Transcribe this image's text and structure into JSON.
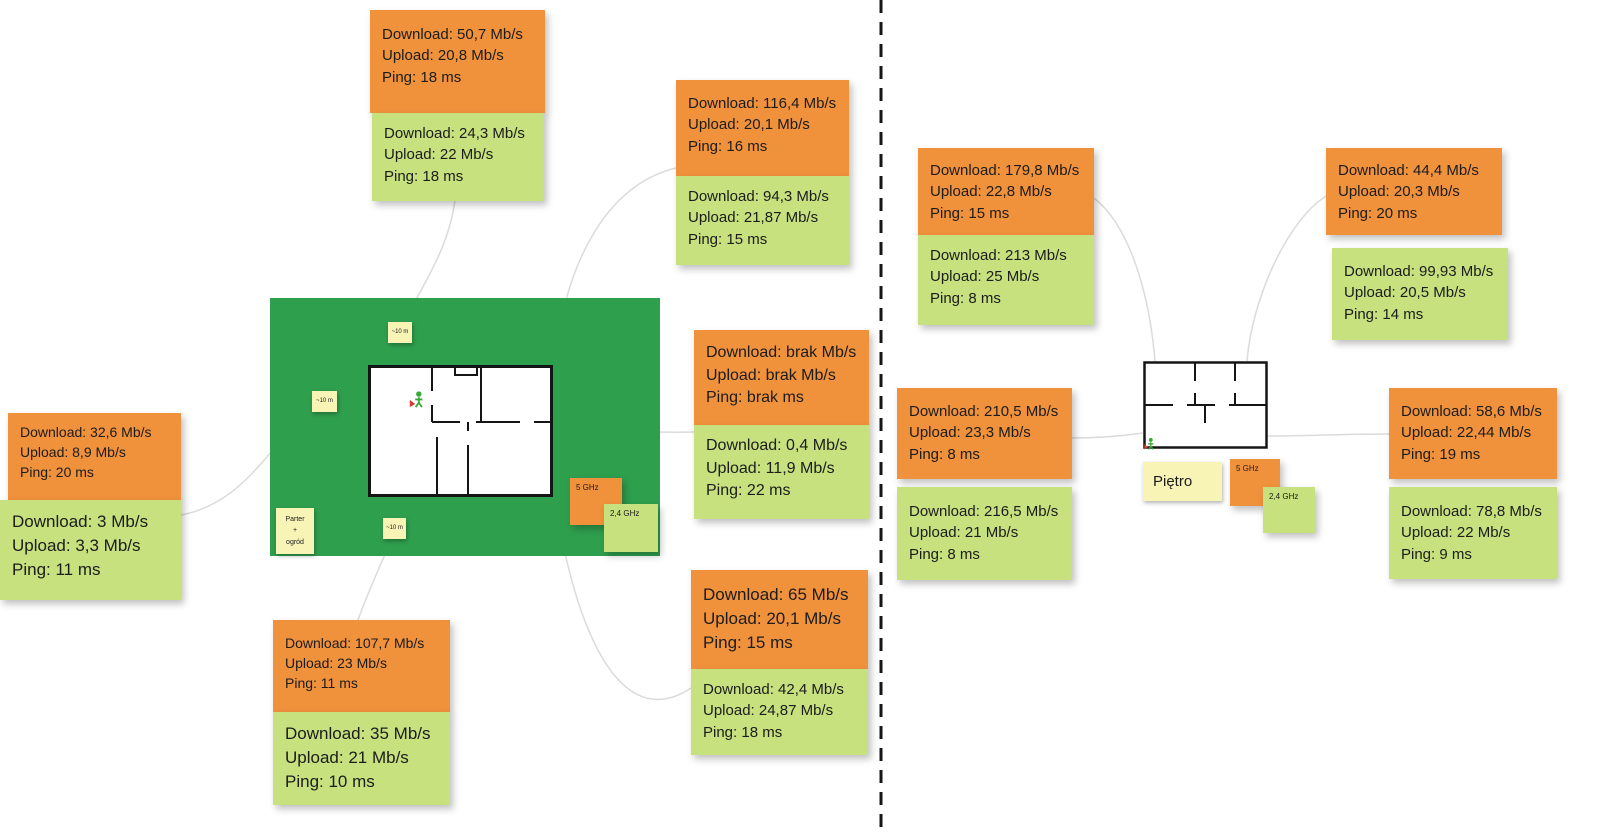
{
  "colors": {
    "note-orange": "#F0913C",
    "note-green": "#C6E17D",
    "note-yellow": "#F7F4B6",
    "garden-green": "#2E9F4D",
    "connector-gray": "#DBDBDB",
    "text-dark": "#1C1C1C"
  },
  "parter": {
    "area_label": [
      "Parter",
      "+",
      "ogród"
    ],
    "distance_labels": [
      "~10 m",
      "~10 m",
      "~10 m"
    ],
    "legend": {
      "band_5ghz": "5 GHz",
      "band_24ghz": "2,4 GHz"
    },
    "notes": {
      "top": {
        "band5": [
          "Download: 50,7 Mb/s",
          "Upload: 20,8 Mb/s",
          "Ping: 18 ms"
        ],
        "band24": [
          "Download: 24,3 Mb/s",
          "Upload: 22 Mb/s",
          "Ping: 18 ms"
        ]
      },
      "upper_right": {
        "band5": [
          "Download: 116,4 Mb/s",
          "Upload: 20,1 Mb/s",
          "Ping: 16 ms"
        ],
        "band24": [
          "Download: 94,3 Mb/s",
          "Upload: 21,87 Mb/s",
          "Ping: 15 ms"
        ]
      },
      "right": {
        "band5": [
          "Download: brak Mb/s",
          "Upload: brak Mb/s",
          "Ping: brak ms"
        ],
        "band24": [
          "Download: 0,4 Mb/s",
          "Upload: 11,9 Mb/s",
          "Ping: 22 ms"
        ]
      },
      "left": {
        "band5": [
          "Download: 32,6 Mb/s",
          "Upload: 8,9 Mb/s",
          "Ping: 20 ms"
        ],
        "band24": [
          "Download: 3 Mb/s",
          "Upload: 3,3 Mb/s",
          "Ping: 11 ms"
        ]
      },
      "bottom": {
        "band5": [
          "Download: 107,7 Mb/s",
          "Upload: 23 Mb/s",
          "Ping: 11 ms"
        ],
        "band24": [
          "Download: 35 Mb/s",
          "Upload: 21 Mb/s",
          "Ping: 10 ms"
        ]
      },
      "lower_right": {
        "band5": [
          "Download: 65 Mb/s",
          "Upload: 20,1 Mb/s",
          "Ping: 15 ms"
        ],
        "band24": [
          "Download: 42,4 Mb/s",
          "Upload: 24,87 Mb/s",
          "Ping: 18 ms"
        ]
      }
    }
  },
  "pietro": {
    "area_label": "Piętro",
    "legend": {
      "band_5ghz": "5 GHz",
      "band_24ghz": "2,4 GHz"
    },
    "notes": {
      "upper_left": {
        "band5": [
          "Download: 179,8 Mb/s",
          "Upload: 22,8 Mb/s",
          "Ping: 15 ms"
        ],
        "band24": [
          "Download: 213 Mb/s",
          "Upload: 25 Mb/s",
          "Ping: 8 ms"
        ]
      },
      "upper_right": {
        "band5": [
          "Download: 44,4 Mb/s",
          "Upload: 20,3 Mb/s",
          "Ping: 20 ms"
        ],
        "band24": [
          "Download: 99,93 Mb/s",
          "Upload: 20,5 Mb/s",
          "Ping: 14 ms"
        ]
      },
      "left": {
        "band5": [
          "Download: 210,5 Mb/s",
          "Upload: 23,3 Mb/s",
          "Ping: 8 ms"
        ],
        "band24": [
          "Download: 216,5 Mb/s",
          "Upload: 21 Mb/s",
          "Ping: 8 ms"
        ]
      },
      "right": {
        "band5": [
          "Download: 58,6 Mb/s",
          "Upload: 22,44 Mb/s",
          "Ping: 19 ms"
        ],
        "band24": [
          "Download: 78,8 Mb/s",
          "Upload: 22 Mb/s",
          "Ping: 9 ms"
        ]
      }
    }
  }
}
